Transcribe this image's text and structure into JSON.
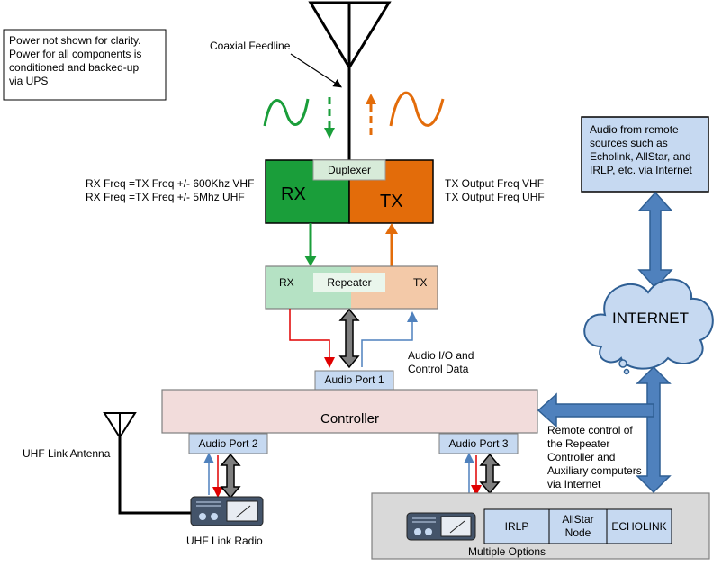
{
  "notes": {
    "power_note": "Power not shown for clarity.\nPower for all components is\nconditioned and backed-up\nvia UPS",
    "coaxial_feedline": "Coaxial Feedline",
    "rx_freq": "RX Freq =TX Freq +/- 600Khz VHF\nRX Freq =TX Freq +/- 5Mhz UHF",
    "tx_freq": "TX Output Freq VHF\nTX Output Freq UHF",
    "audio_io": "Audio I/O and\nControl Data",
    "remote_control": "Remote control of\nthe Repeater\nController and\nAuxiliary computers\nvia Internet",
    "uhf_link_antenna": "UHF Link Antenna",
    "uhf_link_radio": "UHF Link Radio",
    "remote_sources": "Audio from remote\nsources such as\nEcholink, AllStar, and\nIRLP, etc. via Internet"
  },
  "duplexer": {
    "label": "Duplexer",
    "rx": "RX",
    "tx": "TX"
  },
  "repeater": {
    "label": "Repeater",
    "rx": "RX",
    "tx": "TX"
  },
  "controller": {
    "label": "Controller",
    "port1": "Audio Port 1",
    "port2": "Audio Port 2",
    "port3": "Audio Port 3"
  },
  "internet": {
    "label": "INTERNET"
  },
  "options": {
    "irlp": "IRLP",
    "allstar": "AllStar\nNode",
    "echolink": "ECHOLINK",
    "caption": "Multiple Options"
  },
  "colors": {
    "rx_green": "#1a9e3a",
    "tx_orange": "#e36c0a",
    "blue_arrow": "#4f81bd",
    "light_blue": "#c6d9f1",
    "pink": "#f2dcdb",
    "gray_box": "#d9d9d9"
  }
}
